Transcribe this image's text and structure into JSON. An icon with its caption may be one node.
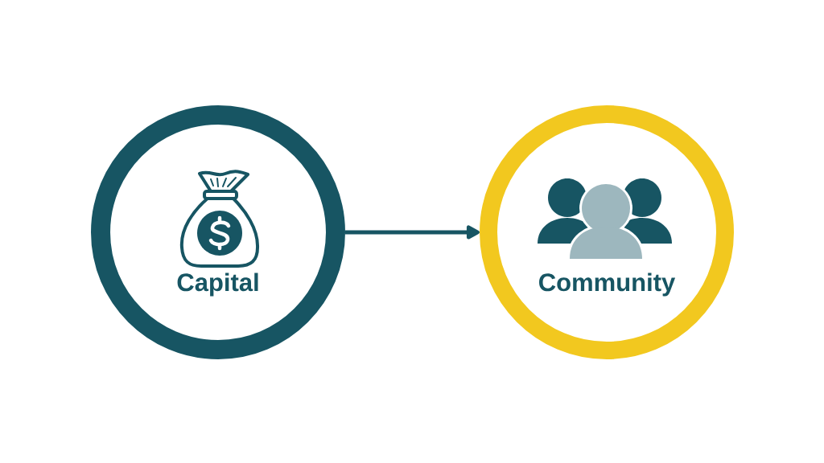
{
  "diagram": {
    "nodes": [
      {
        "text": [
          "Capital"
        ]
      },
      {
        "text": [
          "Community"
        ]
      }
    ],
    "edges": [
      {
        "from": 0,
        "to": 1,
        "arrow": "to"
      }
    ]
  }
}
